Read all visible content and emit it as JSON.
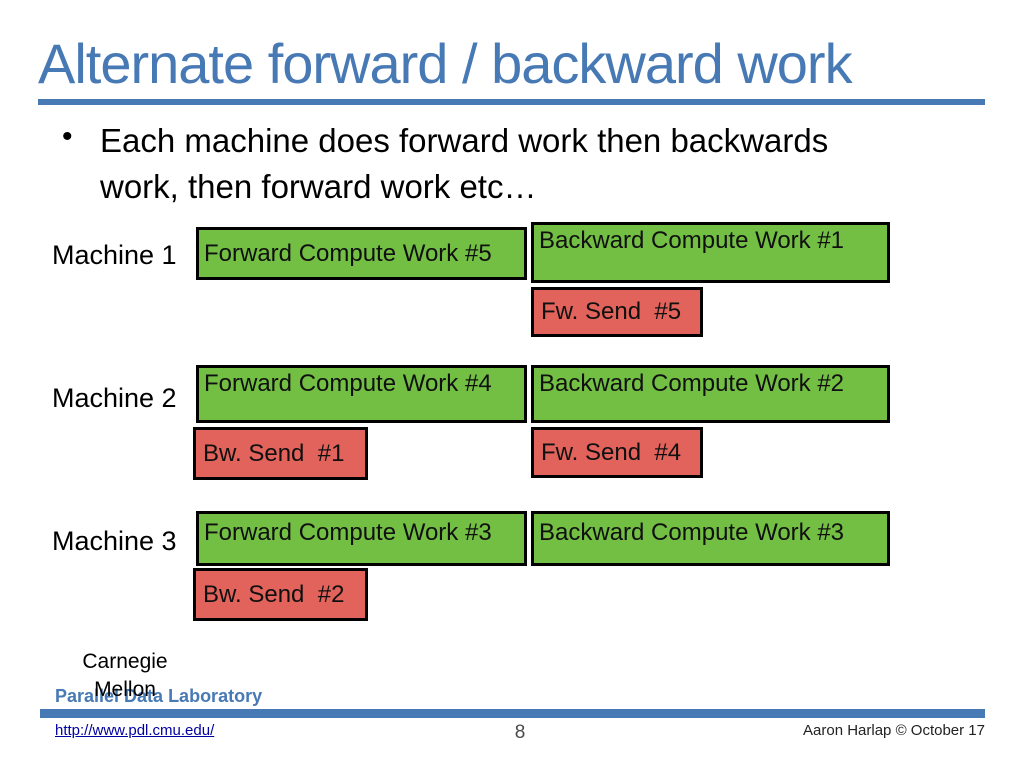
{
  "slide": {
    "title": "Alternate forward / backward work",
    "bullet_text": "Each machine does forward work then backwards work, then forward work etc…",
    "bullet_glyph": "•"
  },
  "diagram": {
    "machines": [
      {
        "label": "Machine 1",
        "forward_box": "Forward Compute Work #5",
        "backward_box": "Backward Compute Work #1",
        "forward_send": "Fw. Send  #5"
      },
      {
        "label": "Machine 2",
        "forward_box": "Forward Compute Work #4",
        "backward_box": "Backward Compute Work #2",
        "backward_send": "Bw. Send  #1",
        "forward_send": "Fw. Send  #4"
      },
      {
        "label": "Machine 3",
        "forward_box": "Forward Compute Work #3",
        "backward_box": "Backward Compute Work #3",
        "backward_send": "Bw. Send  #2"
      }
    ],
    "colors": {
      "compute_green": "#72BF44",
      "send_red": "#E2635B",
      "border_black": "#000000"
    }
  },
  "footer": {
    "org_line1": "Carnegie",
    "org_line2": "Mellon",
    "lab_name": "Parallel Data Laboratory",
    "url": "http://www.pdl.cmu.edu/",
    "page_number": "8",
    "credit": "Aaron Harlap © October 17"
  },
  "colors": {
    "title_blue": "#4779B5",
    "link_navy": "#0000A0"
  }
}
